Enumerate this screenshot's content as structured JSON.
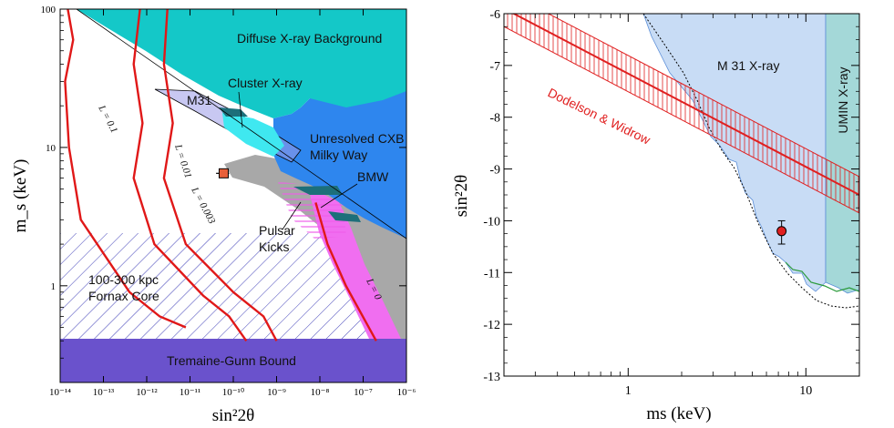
{
  "chart_data": [
    {
      "type": "area",
      "xscale": "log",
      "yscale": "log",
      "xlim": [
        1e-14,
        1e-06
      ],
      "ylim": [
        0.2,
        100
      ],
      "xlabel": "sin²2θ",
      "ylabel": "m_s (keV)",
      "x_ticks": [
        "10⁻¹⁴",
        "10⁻¹³",
        "10⁻¹²",
        "10⁻¹¹",
        "10⁻¹⁰",
        "10⁻⁹",
        "10⁻⁸",
        "10⁻⁷",
        "10⁻⁶"
      ],
      "y_ticks": [
        "1",
        "10",
        "100"
      ],
      "regions": [
        {
          "name": "Diffuse X-ray Background",
          "color": "#14c8c8"
        },
        {
          "name": "Cluster X-ray",
          "color": "#3fe8f0"
        },
        {
          "name": "M31",
          "color": "#8e8ee8"
        },
        {
          "name": "Unresolved CXB\nMilky Way",
          "color": "#2e86ee"
        },
        {
          "name": "BMW",
          "color": "#1d6f7a"
        },
        {
          "name": "Pulsar\nKicks",
          "color": "#f06ef0"
        },
        {
          "name": "100-300 kpc\nFornax Core",
          "color": "#3a3ab8"
        },
        {
          "name": "Tremaine-Gunn Bound",
          "color": "#6a52cc"
        }
      ],
      "contours": [
        {
          "label": "L = 0.1",
          "points": [
            [
              1.5e-14,
              100
            ],
            [
              2e-14,
              60
            ],
            [
              1.3e-14,
              30
            ],
            [
              1.6e-14,
              10
            ],
            [
              3e-14,
              3
            ],
            [
              4e-13,
              0.9
            ],
            [
              2e-12,
              0.6
            ],
            [
              8e-12,
              0.5
            ]
          ]
        },
        {
          "label": "L = 0.01",
          "points": [
            [
              7e-13,
              100
            ],
            [
              5e-13,
              40
            ],
            [
              8e-13,
              15
            ],
            [
              5e-13,
              6
            ],
            [
              1.5e-12,
              2
            ],
            [
              2e-11,
              0.85
            ],
            [
              8e-11,
              0.6
            ],
            [
              2e-10,
              0.4
            ]
          ]
        },
        {
          "label": "L = 0.003",
          "points": [
            [
              3e-12,
              100
            ],
            [
              2.5e-12,
              40
            ],
            [
              4e-12,
              15
            ],
            [
              2.5e-12,
              6
            ],
            [
              8e-12,
              2
            ],
            [
              1e-10,
              0.9
            ],
            [
              5e-10,
              0.6
            ],
            [
              1e-09,
              0.4
            ]
          ]
        },
        {
          "label": "L = 0",
          "points": [
            [
              8e-09,
              4
            ],
            [
              1.5e-08,
              2
            ],
            [
              4e-08,
              1
            ],
            [
              2e-07,
              0.4
            ]
          ]
        }
      ],
      "points": [
        {
          "x": 6e-11,
          "y": 6.5,
          "xerr": [
            4e-11,
            8e-11
          ],
          "color": "#e8603a"
        }
      ]
    },
    {
      "type": "area",
      "xscale": "log",
      "xlim": [
        0.2,
        20
      ],
      "ylim": [
        -13,
        -6
      ],
      "xlabel": "ms (keV)",
      "ylabel": "sin²2θ",
      "x_ticks": [
        "1",
        "10"
      ],
      "y_ticks": [
        "-6",
        "-7",
        "-8",
        "-9",
        "-10",
        "-11",
        "-12",
        "-13"
      ],
      "regions": [
        {
          "name": "M 31 X-ray",
          "color": "#c8dcf5"
        },
        {
          "name": "UMIN X-ray",
          "color": "#a4d8d8"
        }
      ],
      "bands": [
        {
          "name": "Dodelson & Widrow",
          "color": "#e02020",
          "center": [
            [
              0.2,
              -5.9
            ],
            [
              20,
              -9.5
            ]
          ],
          "halfwidth": 0.35
        }
      ],
      "points": [
        {
          "x": 7.3,
          "y": -10.2,
          "yerr": [
            -10.45,
            -10.0
          ],
          "color": "#e02020"
        }
      ]
    }
  ]
}
